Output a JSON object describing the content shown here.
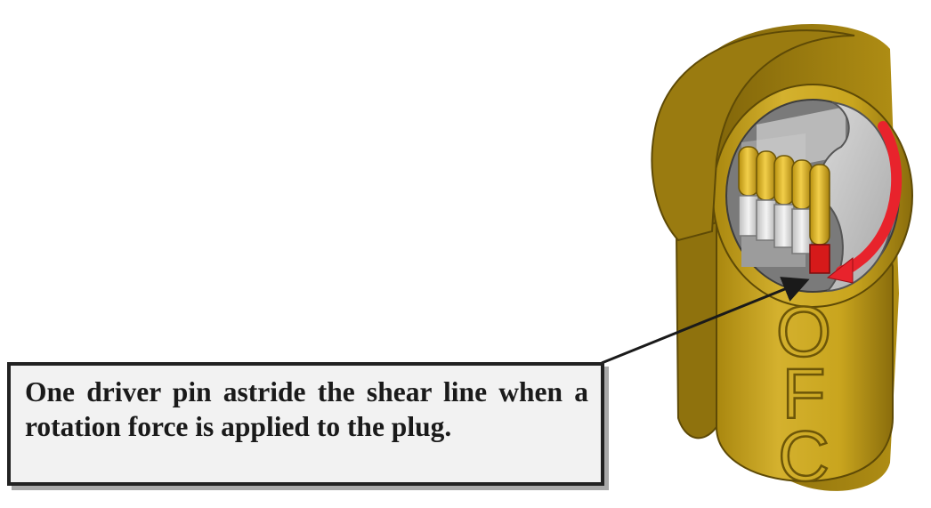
{
  "callout": {
    "text": "One driver pin astride the shear line when a rotation force is applied to the plug."
  },
  "logo": {
    "letters": [
      "O",
      "F",
      "C"
    ]
  },
  "colors": {
    "brass": "#c9a51e",
    "brass_dark": "#8a6d0c",
    "brass_light": "#e3c24a",
    "pin_white": "#e6e6e6",
    "driver_pin_red": "#d61a1a",
    "arrow_red": "#e8232c",
    "callout_background": "#f2f2f2",
    "callout_border": "#222222"
  },
  "icons": {
    "rotation_arrow": "curved-red-arrow-icon",
    "leader_arrow": "black-leader-arrow-icon"
  }
}
